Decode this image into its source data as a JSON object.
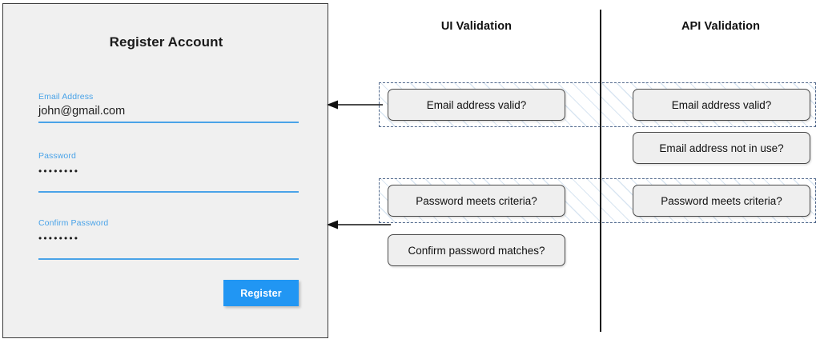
{
  "form": {
    "title": "Register Account",
    "fields": [
      {
        "label": "Email Address",
        "value": "john@gmail.com"
      },
      {
        "label": "Password",
        "value": "••••••••"
      },
      {
        "label": "Confirm Password",
        "value": "••••••••"
      }
    ],
    "submit_label": "Register",
    "accent_color": "#2196f3",
    "label_color": "#4aa3e8",
    "panel_background": "#f0f0f0"
  },
  "columns": {
    "ui": {
      "header": "UI Validation",
      "checks": [
        "Email address valid?",
        "Password meets criteria?",
        "Confirm password matches?"
      ]
    },
    "api": {
      "header": "API Validation",
      "checks": [
        "Email address valid?",
        "Email address not in use?",
        "Password meets criteria?"
      ]
    }
  },
  "highlights": {
    "border_color": "#52698c",
    "groups": [
      {
        "name": "email-validation-shared"
      },
      {
        "name": "password-validation-shared"
      }
    ]
  },
  "arrows": [
    {
      "name": "email-feedback-arrow",
      "direction": "left"
    },
    {
      "name": "password-feedback-arrow",
      "direction": "left"
    }
  ],
  "divider": {
    "color": "#1c1c1c"
  }
}
